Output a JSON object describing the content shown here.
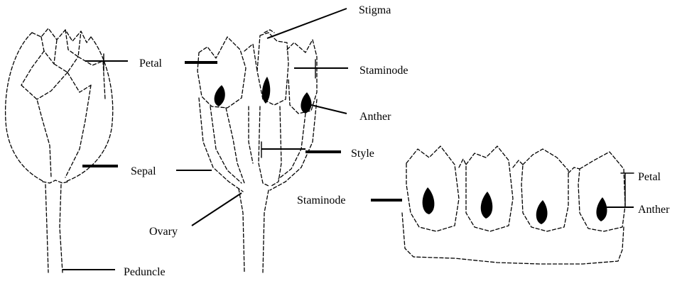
{
  "labels": {
    "bud_petal": "Petal",
    "bud_sepal": "Sepal",
    "bud_peduncle": "Peduncle",
    "stigma": "Stigma",
    "staminode_top": "Staminode",
    "anther_mid": "Anther",
    "style": "Style",
    "ovary": "Ovary",
    "staminode_right": "Staminode",
    "petal_right": "Petal",
    "anther_right": "Anther"
  }
}
